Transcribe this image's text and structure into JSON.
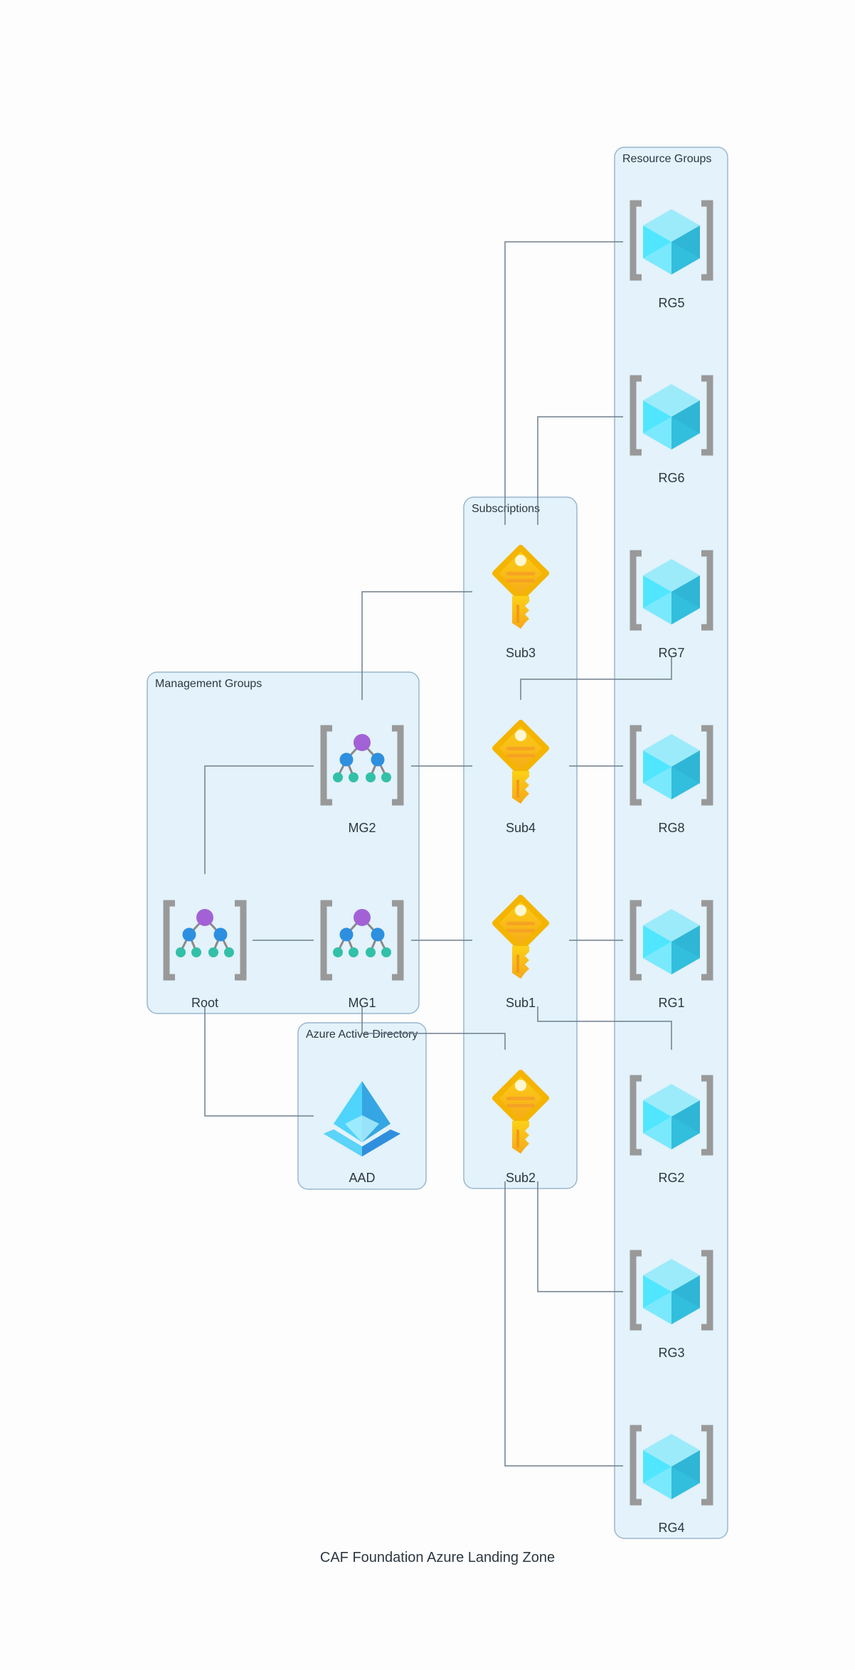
{
  "title": "CAF Foundation Azure Landing Zone",
  "colors": {
    "cluster_fill": "#e3f2fb",
    "cluster_stroke": "#9bb6cc",
    "edge": "#6e7f8d",
    "bracket": "#999999",
    "key": "#f8c21a",
    "cube": "#50e6ff"
  },
  "clusters": {
    "management_groups": "Management Groups",
    "azure_active_directory": "Azure Active Directory",
    "subscriptions": "Subscriptions",
    "resource_groups": "Resource Groups"
  },
  "nodes": {
    "root": {
      "label": "Root",
      "icon": "management-group-icon"
    },
    "mg1": {
      "label": "MG1",
      "icon": "management-group-icon"
    },
    "mg2": {
      "label": "MG2",
      "icon": "management-group-icon"
    },
    "aad": {
      "label": "AAD",
      "icon": "azure-active-directory-icon"
    },
    "sub1": {
      "label": "Sub1",
      "icon": "subscription-key-icon"
    },
    "sub2": {
      "label": "Sub2",
      "icon": "subscription-key-icon"
    },
    "sub3": {
      "label": "Sub3",
      "icon": "subscription-key-icon"
    },
    "sub4": {
      "label": "Sub4",
      "icon": "subscription-key-icon"
    },
    "rg1": {
      "label": "RG1",
      "icon": "resource-group-icon"
    },
    "rg2": {
      "label": "RG2",
      "icon": "resource-group-icon"
    },
    "rg3": {
      "label": "RG3",
      "icon": "resource-group-icon"
    },
    "rg4": {
      "label": "RG4",
      "icon": "resource-group-icon"
    },
    "rg5": {
      "label": "RG5",
      "icon": "resource-group-icon"
    },
    "rg6": {
      "label": "RG6",
      "icon": "resource-group-icon"
    },
    "rg7": {
      "label": "RG7",
      "icon": "resource-group-icon"
    },
    "rg8": {
      "label": "RG8",
      "icon": "resource-group-icon"
    }
  },
  "edges": [
    {
      "from": "root",
      "to": "mg1"
    },
    {
      "from": "root",
      "to": "mg2"
    },
    {
      "from": "root",
      "to": "aad"
    },
    {
      "from": "mg1",
      "to": "sub1"
    },
    {
      "from": "mg1",
      "to": "sub2"
    },
    {
      "from": "mg2",
      "to": "sub3"
    },
    {
      "from": "mg2",
      "to": "sub4"
    },
    {
      "from": "sub1",
      "to": "rg1"
    },
    {
      "from": "sub1",
      "to": "rg2"
    },
    {
      "from": "sub2",
      "to": "rg3"
    },
    {
      "from": "sub2",
      "to": "rg4"
    },
    {
      "from": "sub3",
      "to": "rg5"
    },
    {
      "from": "sub3",
      "to": "rg6"
    },
    {
      "from": "sub4",
      "to": "rg7"
    },
    {
      "from": "sub4",
      "to": "rg8"
    }
  ]
}
